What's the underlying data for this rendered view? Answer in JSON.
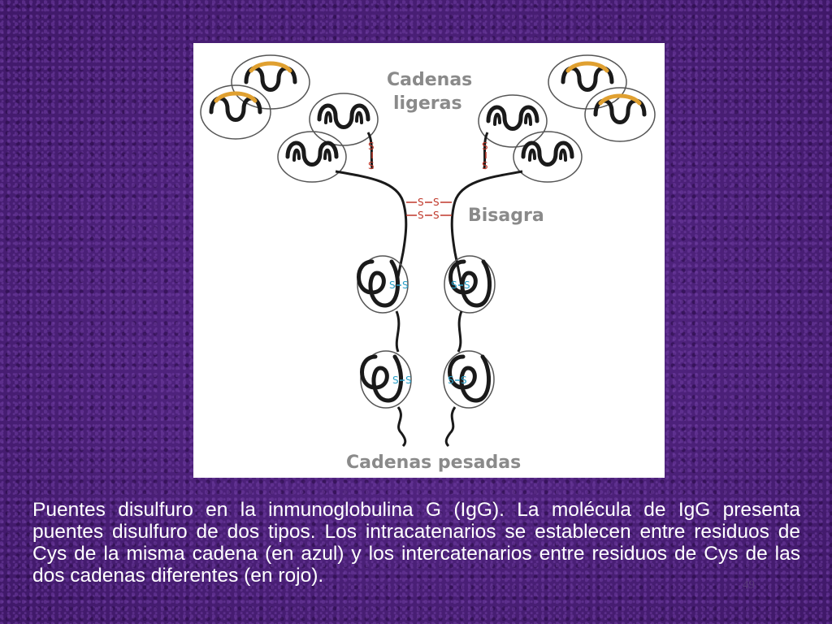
{
  "figure": {
    "labels": {
      "light_chains_line1": "Cadenas",
      "light_chains_line2": "ligeras",
      "hinge": "Bisagra",
      "heavy_chains": "Cadenas pesadas"
    },
    "bond_symbol": "S",
    "colors": {
      "chain": "#1a1a1a",
      "domain_outline": "#555555",
      "variable_region": "#e0a030",
      "interchain_bond": "#c0392b",
      "intrachain_bond": "#2aa0c8",
      "label": "#8a8a8a"
    }
  },
  "caption": "Puentes disulfuro en la inmunoglobulina G (IgG). La molécula de IgG presenta puentes disulfuro de dos tipos. Los intracatenarios se establecen entre residuos de Cys de la misma cadena (en azul) y los intercatenarios entre residuos de Cys de las dos cadenas diferentes (en rojo).",
  "slide_number": "49"
}
